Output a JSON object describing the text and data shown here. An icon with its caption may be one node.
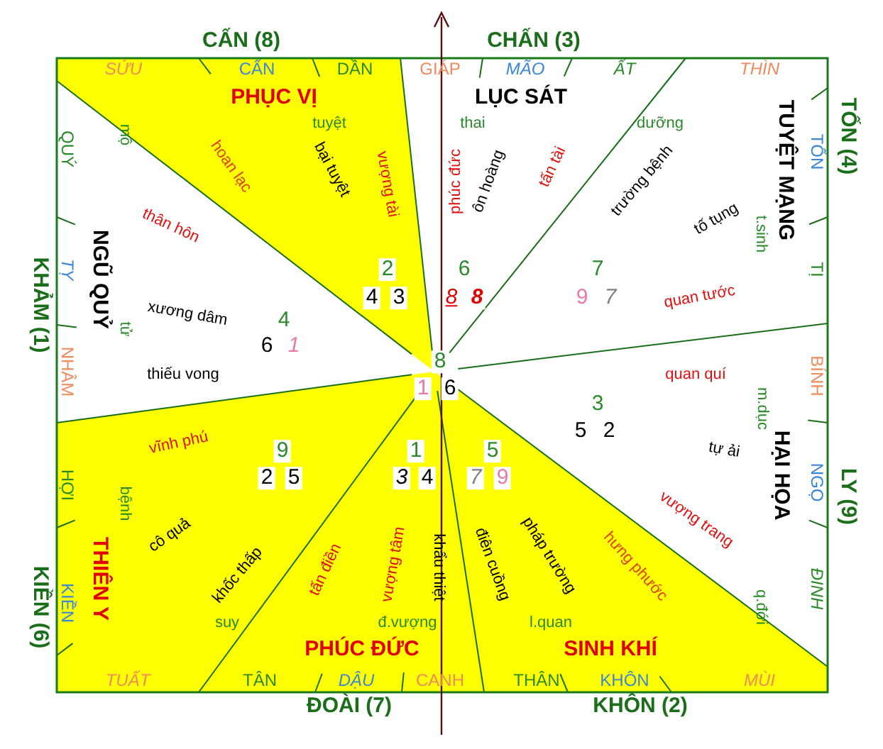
{
  "diagram": {
    "labels": [
      "CẤN (8)",
      "CHẤN (3)",
      "SỬU",
      "CẤN",
      "DẦN",
      "GIÁP",
      "MÃO",
      "ẤT",
      "THÌN",
      "PHỤC VỊ",
      "LỤC SÁT",
      "TỐN (4)",
      "TUYỆT MẠNG",
      "tuyệt",
      "thai",
      "dưỡng",
      "mộ",
      "QUÝ",
      "TỐN",
      "thân hôn",
      "hoan lạc",
      "bại tuyệt",
      "vượng tài",
      "phúc đức",
      "ôn hoàng",
      "tấn tài",
      "trường bệnh",
      "tố tụng",
      "t.sinh",
      "KHẢM (1)",
      "TỴ",
      "NGŨ QUỶ",
      "2",
      "6",
      "7",
      "TỊ",
      "4",
      "3",
      "8",
      "8",
      "9",
      "7",
      "xương dâm",
      "4",
      "6",
      "1",
      "tử",
      "quan tước",
      "NHÂM",
      "BÍNH",
      "thiếu vong",
      "8",
      "1",
      "6",
      "quan quí",
      "3",
      "5",
      "2",
      "m.dục",
      "HẠI HỌA",
      "LY (9)",
      "vĩnh phú",
      "9",
      "2",
      "5",
      "1",
      "3",
      "4",
      "5",
      "7",
      "9",
      "tự ải",
      "HỢI",
      "NGỌ",
      "bệnh",
      "vượng trang",
      "THIÊN Y",
      "cô quả",
      "khốc thấp",
      "tấn điền",
      "vượng tâm",
      "khẩu thiệt",
      "điên cuồng",
      "pháp trường",
      "hưng phước",
      "ĐINH",
      "KIỀN (6)",
      "KIỀN",
      "q.đới",
      "suy",
      "đ.vượng",
      "l.quan",
      "PHÚC ĐỨC",
      "SINH KHÍ",
      "TUẤT",
      "TÂN",
      "DẬU",
      "CANH",
      "THÂN",
      "KHÔN",
      "MÙI",
      "ĐOÀI (7)",
      "KHÔN (2)"
    ]
  }
}
